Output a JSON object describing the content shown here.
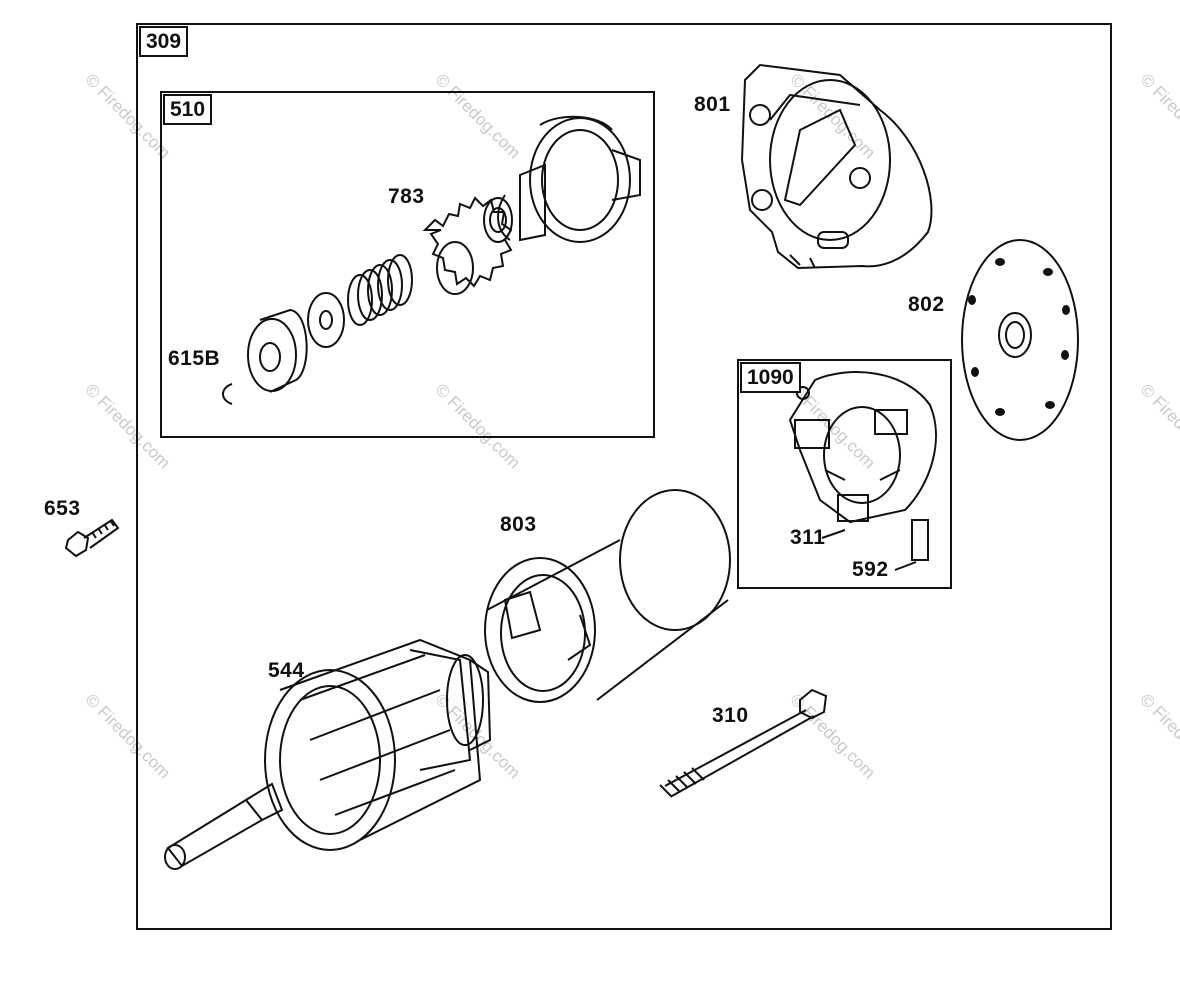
{
  "watermark": "© Firedog.com",
  "assembly": {
    "number": "309"
  },
  "groups": {
    "drive_kit": "510",
    "brush_kit": "1090"
  },
  "parts": {
    "p783": "783",
    "p615b": "615B",
    "p801": "801",
    "p802": "802",
    "p311": "311",
    "p592": "592",
    "p653": "653",
    "p803": "803",
    "p544": "544",
    "p310": "310"
  },
  "colors": {
    "line": "#111111",
    "watermark": "#c9c9c9"
  }
}
